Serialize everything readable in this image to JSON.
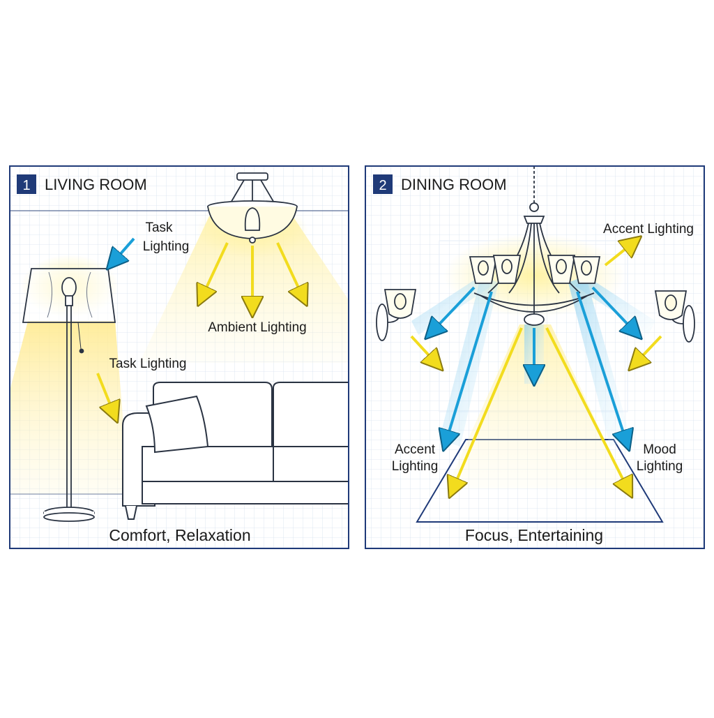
{
  "panels": [
    {
      "number": "1",
      "title": "LIVING ROOM",
      "labels": {
        "task_top_line1": "Task",
        "task_top_line2": "Lighting",
        "ambient": "Ambient Lighting",
        "task_lower": "Task Lighting"
      },
      "caption": "Comfort, Relaxation"
    },
    {
      "number": "2",
      "title": "DINING ROOM",
      "labels": {
        "accent_top": "Accent Lighting",
        "accent_left_line1": "Accent",
        "accent_left_line2": "Lighting",
        "mood_line1": "Mood",
        "mood_line2": "Lighting"
      },
      "caption": "Focus, Entertaining"
    }
  ],
  "colors": {
    "frame": "#1f3a78",
    "badge": "#1f3a78",
    "grid": "#c9d7ea",
    "line_art": "#2a3342",
    "light_yellow": "#fff2a8",
    "light_blue": "#b9e2f6",
    "arrow_yellow": "#f2dc1e",
    "arrow_blue": "#1a9fd8"
  }
}
